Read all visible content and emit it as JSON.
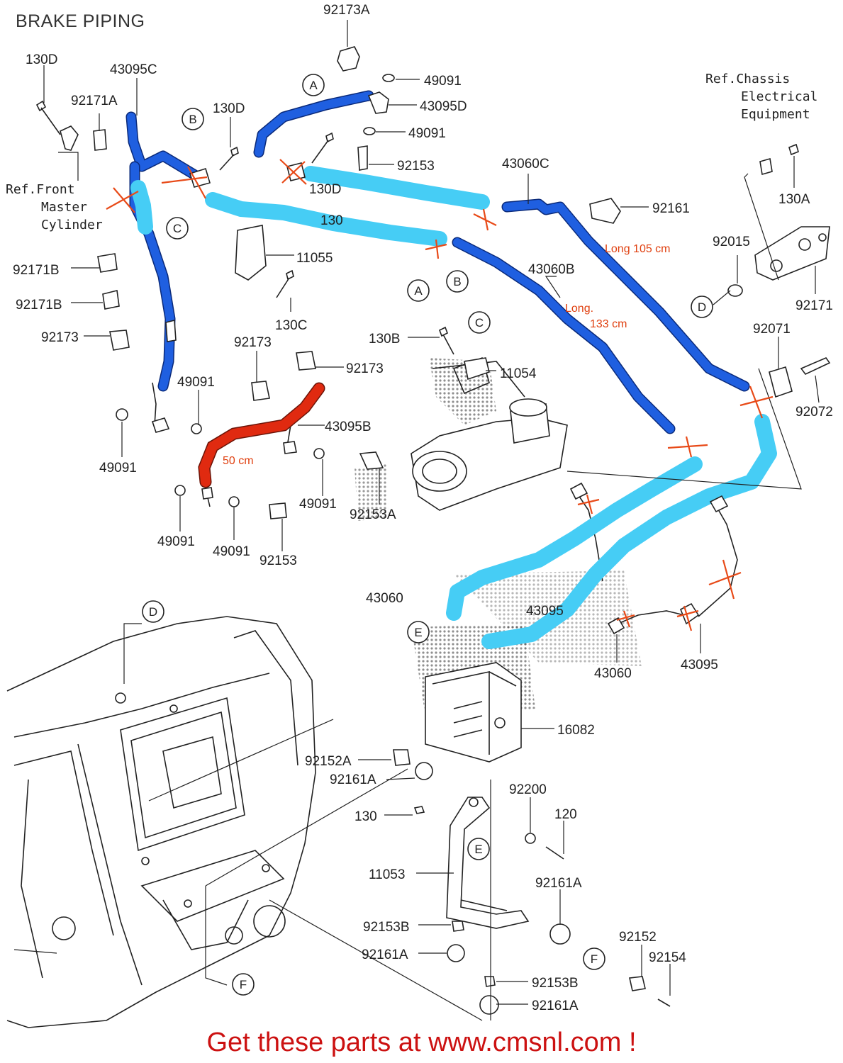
{
  "title": "BRAKE PIPING",
  "footer": "Get these parts at www.cmsnl.com !",
  "refs": {
    "front_master": [
      "Ref.Front",
      "Master",
      "Cylinder"
    ],
    "chassis": [
      "Ref.Chassis",
      "Electrical",
      "Equipment"
    ]
  },
  "annotations": {
    "long_105": "Long  105 cm",
    "long_133a": "Long.",
    "long_133b": "133 cm",
    "cm_50": "50 cm"
  },
  "colors": {
    "hose_blue": "#1f5fe0",
    "overlay_cyan": "#46cdf5",
    "hose_red": "#e02a10",
    "cross_mark": "#e84a18",
    "footer_red": "#cc1111"
  },
  "letters": [
    "A",
    "B",
    "C",
    "D",
    "E",
    "F"
  ],
  "parts": {
    "p92173A": "92173A",
    "p130D_1": "130D",
    "p43095C": "43095C",
    "p92171A": "92171A",
    "p49091_1": "49091",
    "p43095D": "43095D",
    "p49091_2": "49091",
    "p130D_2": "130D",
    "p92153_1": "92153",
    "p130D_3": "130D",
    "p130X": "130",
    "p43060C": "43060C",
    "p92161": "92161",
    "p130A": "130A",
    "p11055": "11055",
    "p92015": "92015",
    "p92171B_1": "92171B",
    "p92171B_2": "92171B",
    "p43060B": "43060B",
    "p92171": "92171",
    "p130C": "130C",
    "p92173_1": "92173",
    "p92071": "92071",
    "p130B": "130B",
    "p92173_2": "92173",
    "p92173_3": "92173",
    "p11054": "11054",
    "p49091_3": "49091",
    "p92072": "92072",
    "p43095B": "43095B",
    "p49091_4": "49091",
    "p49091_5": "49091",
    "p92153A": "92153A",
    "p49091_6": "49091",
    "p49091_7": "49091",
    "p92153_2": "92153",
    "p43060_1": "43060",
    "p43095_1": "43095",
    "p43060_2": "43060",
    "p43095_2": "43095",
    "p16082": "16082",
    "p92152A": "92152A",
    "p92161A_1": "92161A",
    "p92200": "92200",
    "p130": "130",
    "p120": "120",
    "p11053": "11053",
    "p92161A_2": "92161A",
    "p92153B_1": "92153B",
    "p92152": "92152",
    "p92154": "92154",
    "p92161A_3": "92161A",
    "p92153B_2": "92153B",
    "p92161A_4": "92161A"
  }
}
